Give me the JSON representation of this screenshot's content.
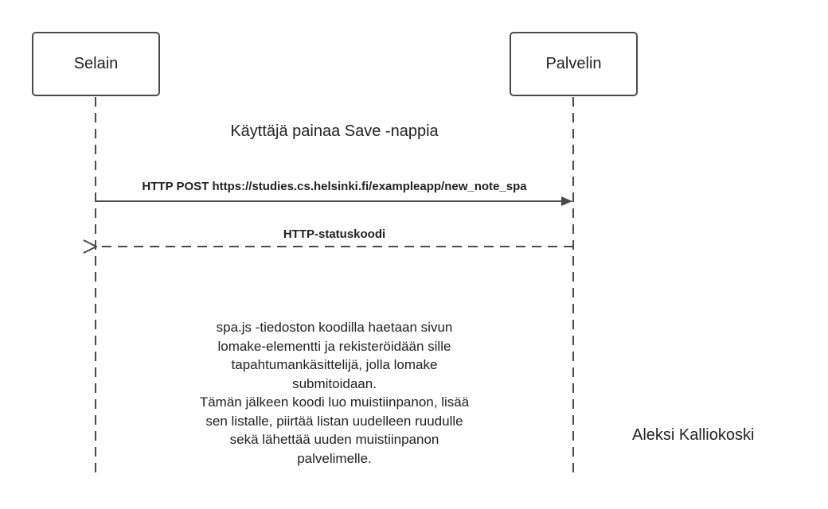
{
  "actors": {
    "browser": "Selain",
    "server": "Palvelin"
  },
  "notes": {
    "save_click": "Käyttäjä painaa Save -nappia",
    "spa_lines": [
      "spa.js -tiedoston koodilla haetaan sivun",
      "lomake-elementti ja rekisteröidään sille",
      "tapahtumankäsittelijä, jolla lomake",
      "submitoidaan.",
      "Tämän jälkeen koodi luo muistiinpanon, lisää",
      "sen listalle, piirtää listan uudelleen ruudulle",
      "sekä lähettää uuden muistiinpanon",
      "palvelimelle."
    ]
  },
  "messages": {
    "post": "HTTP POST https://studies.cs.helsinki.fi/exampleapp/new_note_spa",
    "status": "HTTP-statuskoodi"
  },
  "author": "Aleksi Kalliokoski",
  "colors": {
    "line": "#4a4a4a",
    "text": "#222222",
    "background": "#ffffff"
  }
}
